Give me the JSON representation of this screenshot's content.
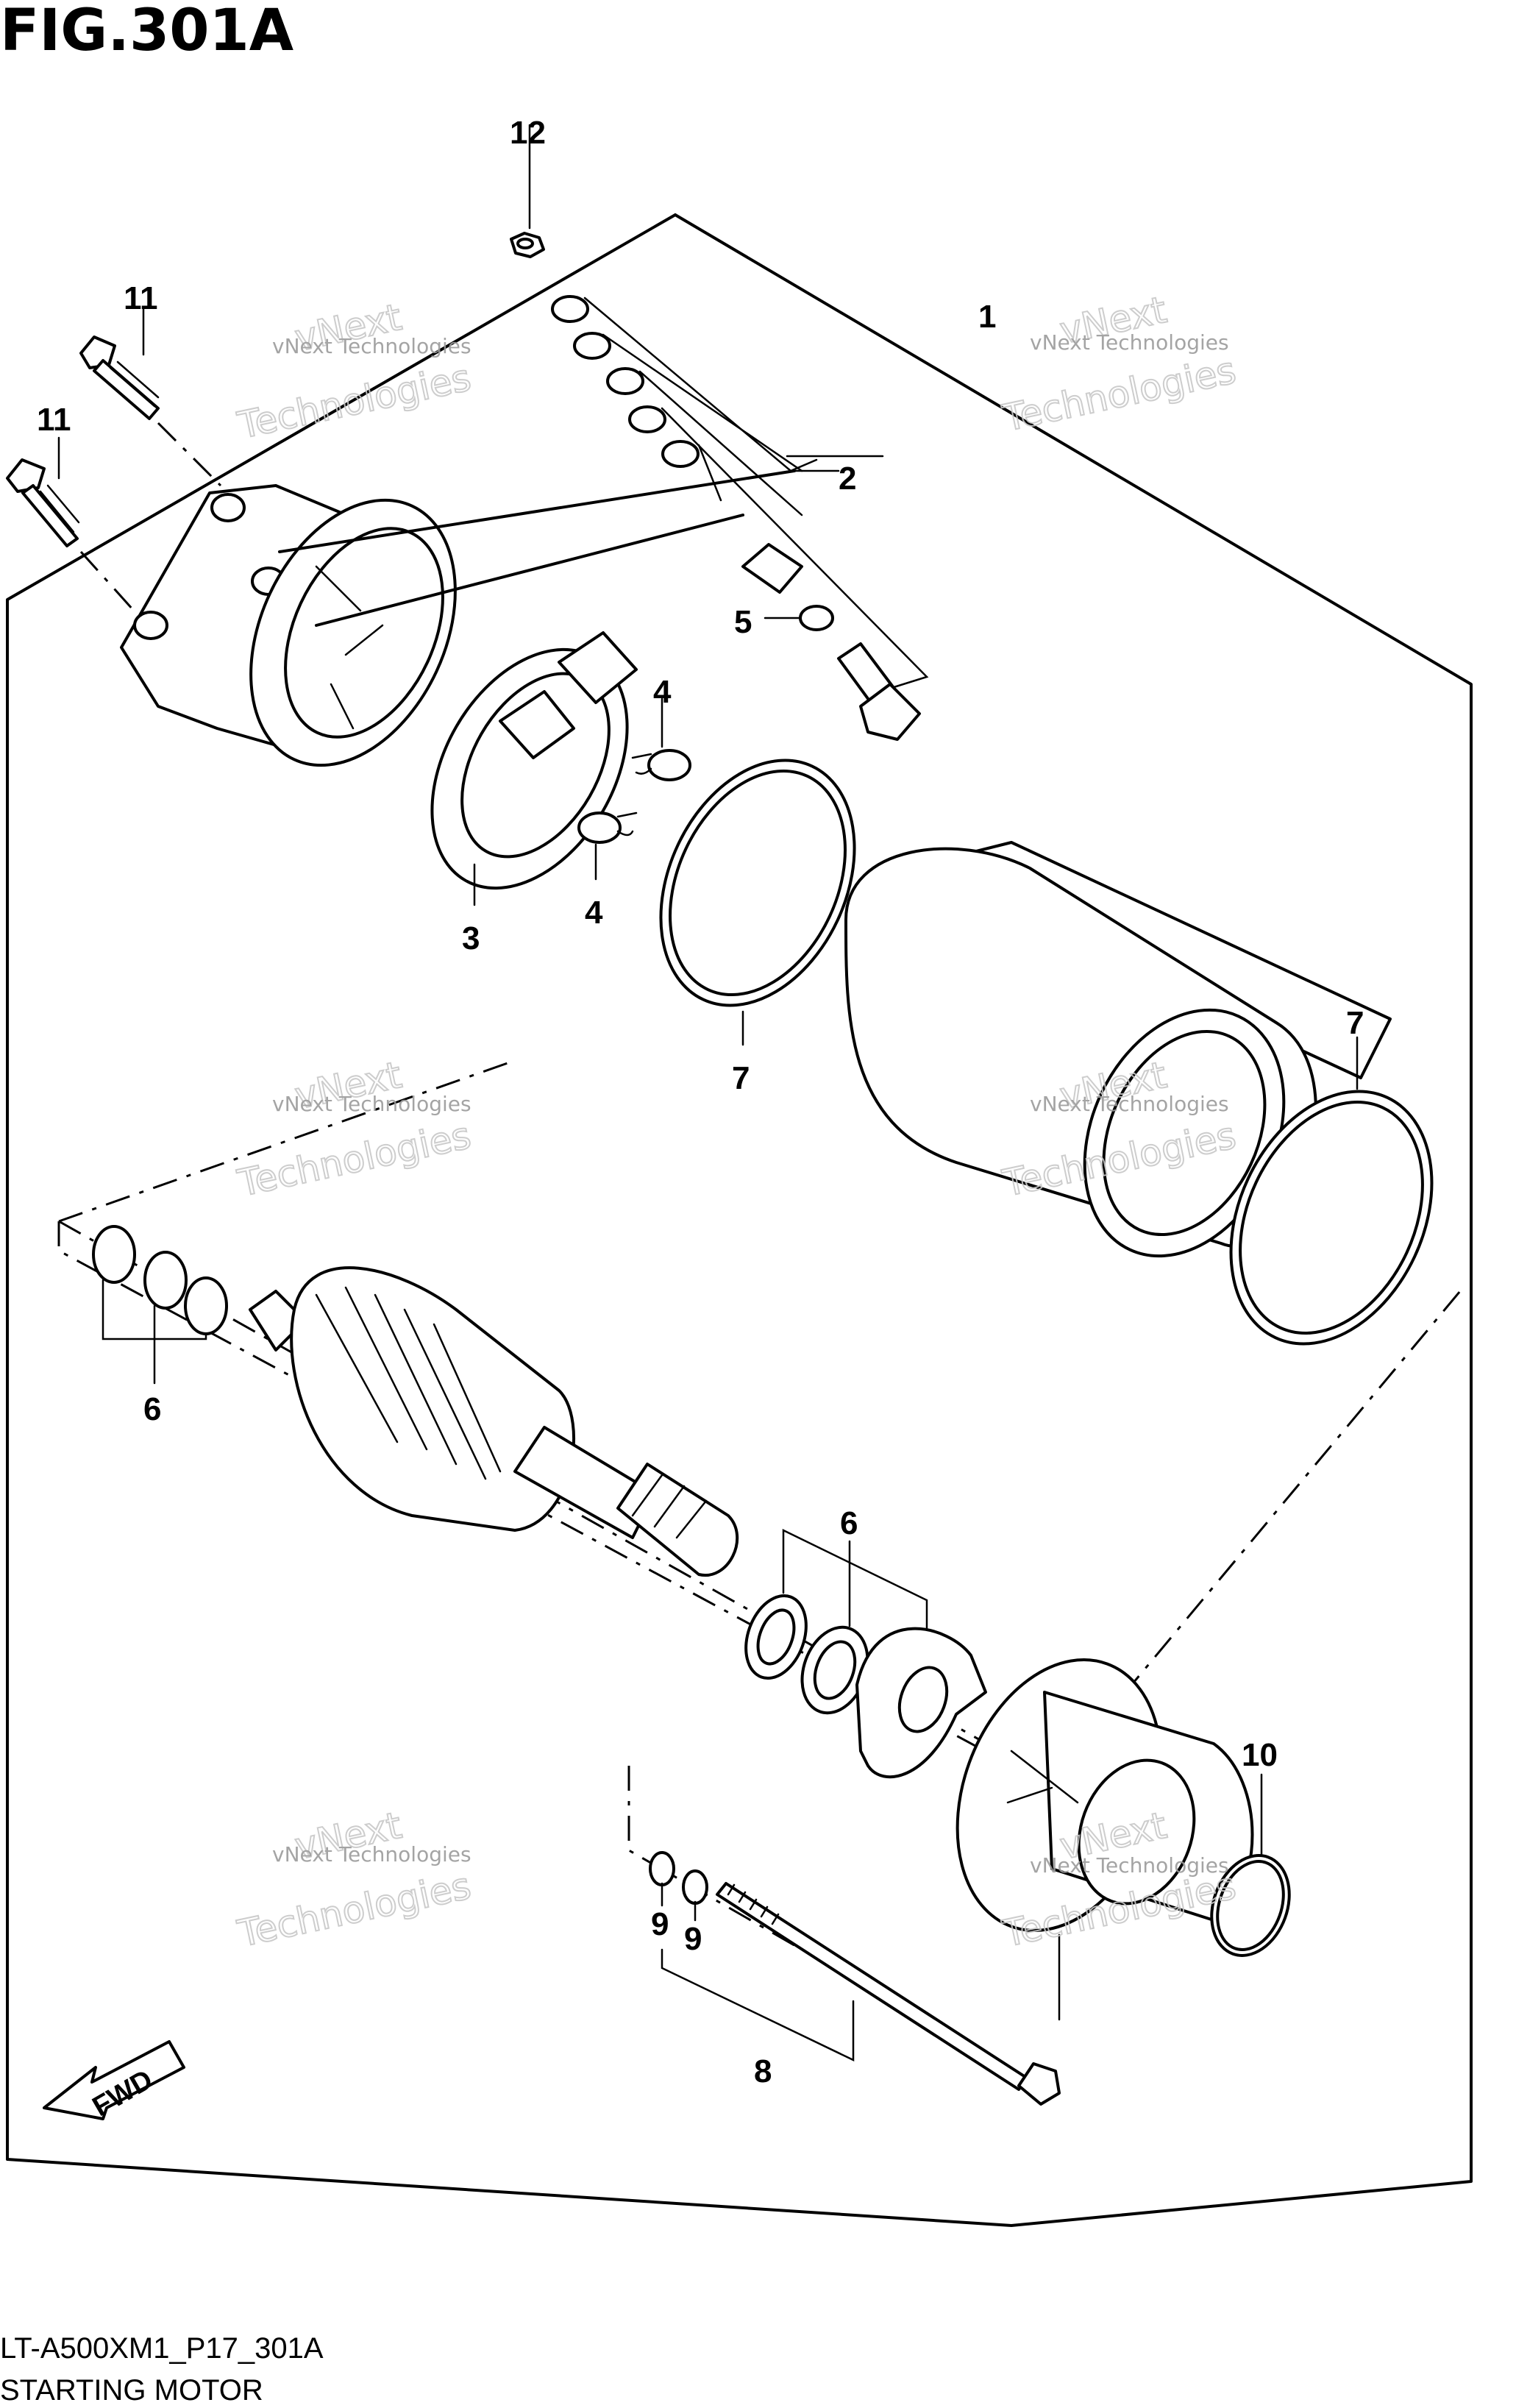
{
  "figure": {
    "title": "FIG.301A",
    "code": "LT-A500XM1_P17_301A",
    "name": "STARTING MOTOR"
  },
  "watermark": {
    "line1": "vNext Technologies",
    "line2": "vNext",
    "line3": "Technologies"
  },
  "fwd_label": "FWD",
  "callouts": [
    {
      "id": "c12",
      "text": "12"
    },
    {
      "id": "c11a",
      "text": "11"
    },
    {
      "id": "c11b",
      "text": "11"
    },
    {
      "id": "c1",
      "text": "1"
    },
    {
      "id": "c2",
      "text": "2"
    },
    {
      "id": "c5",
      "text": "5"
    },
    {
      "id": "c4a",
      "text": "4"
    },
    {
      "id": "c4b",
      "text": "4"
    },
    {
      "id": "c3",
      "text": "3"
    },
    {
      "id": "c7a",
      "text": "7"
    },
    {
      "id": "c7b",
      "text": "7"
    },
    {
      "id": "c6a",
      "text": "6"
    },
    {
      "id": "c6b",
      "text": "6"
    },
    {
      "id": "c10",
      "text": "10"
    },
    {
      "id": "c9a",
      "text": "9"
    },
    {
      "id": "c9b",
      "text": "9"
    },
    {
      "id": "c8",
      "text": "8"
    }
  ]
}
